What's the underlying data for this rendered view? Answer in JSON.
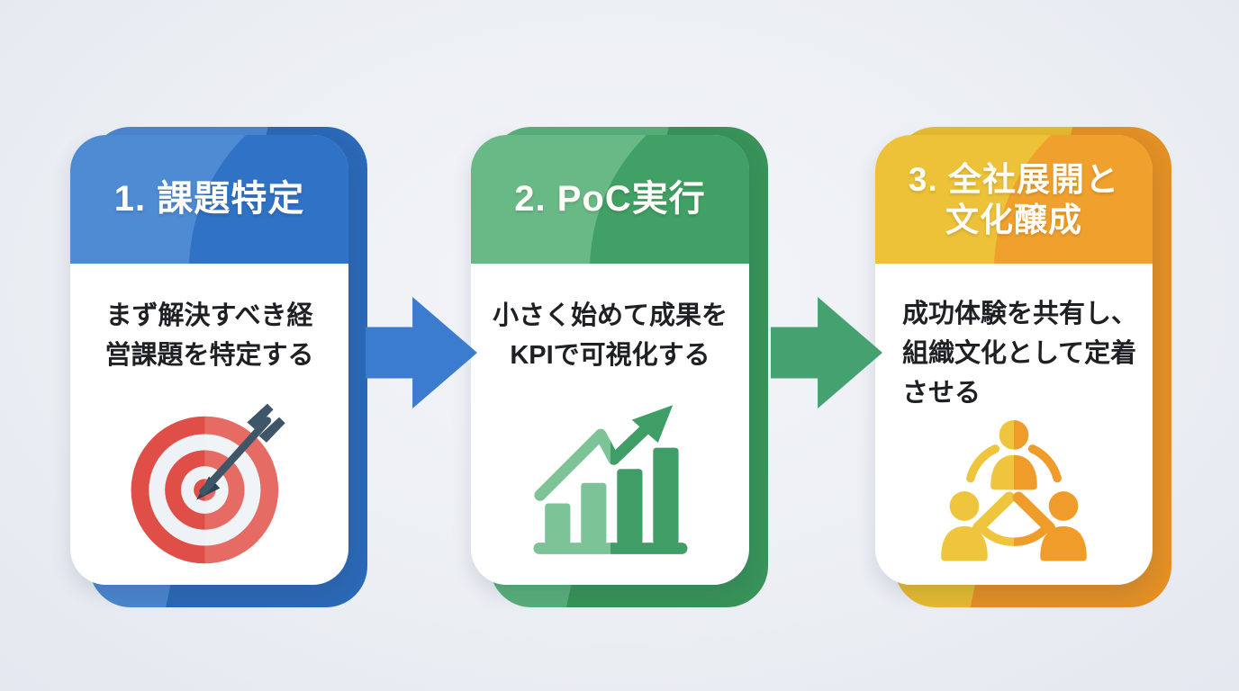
{
  "diagram": {
    "type": "process-flow",
    "background_color": "#ebeef3",
    "steps": [
      {
        "number": "1",
        "title": "1. 課題特定",
        "title_lines": [
          "1. 課題特定"
        ],
        "description": "まず解決すべき経営課題を特定する",
        "description_lines": [
          "まず解決すべき経",
          "営課題を特定する"
        ],
        "icon": "target-icon",
        "colors": {
          "header_light": "#4e8bd3",
          "header_dark": "#3072c5",
          "shadow_light": "#4b85cd",
          "shadow_dark": "#2b68b5",
          "icon_red": "#e04f47",
          "icon_arrow": "#3f5668"
        }
      },
      {
        "number": "2",
        "title": "2. PoC実行",
        "title_lines": [
          "2. PoC実行"
        ],
        "description": "小さく始めて成果をKPIで可視化する",
        "description_lines": [
          "小さく始めて成果を",
          "KPIで可視化する"
        ],
        "icon": "bar-chart-icon",
        "colors": {
          "header_light": "#69b987",
          "header_dark": "#41a065",
          "shadow_light": "#58ae7a",
          "shadow_dark": "#389259",
          "icon_light_green": "#7cc398",
          "icon_dark_green": "#3f9e66"
        }
      },
      {
        "number": "3",
        "title": "3. 全社展開と文化醸成",
        "title_lines": [
          "3. 全社展開と",
          "文化醸成"
        ],
        "description": "成功体験を共有し、組織文化として定着させる",
        "description_lines": [
          "成功体験を共有し、",
          "組織文化として定着",
          "させる"
        ],
        "icon": "people-icon",
        "colors": {
          "header_light": "#edc238",
          "header_dark": "#f0a02c",
          "shadow_light": "#e5b930",
          "shadow_dark": "#e28f25",
          "icon_yellow": "#eec53d",
          "icon_orange": "#f09c2b"
        }
      }
    ],
    "arrows": [
      {
        "direction": "right",
        "color": "#3b7ccf"
      },
      {
        "direction": "right",
        "color": "#46a170"
      }
    ],
    "text_color": "#1f2023"
  }
}
